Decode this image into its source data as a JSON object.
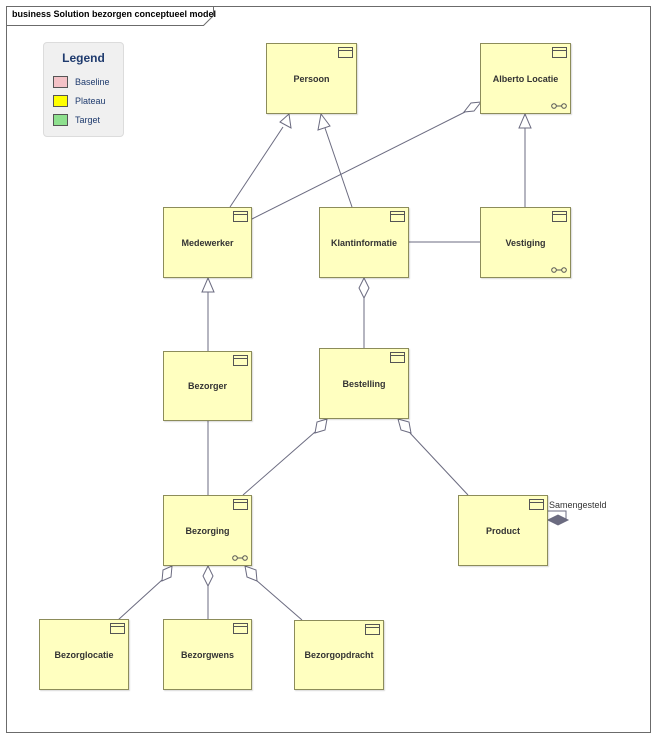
{
  "frame": {
    "title": "business Solution bezorgen conceptueel model"
  },
  "legend": {
    "title": "Legend",
    "items": [
      {
        "label": "Baseline",
        "color": "#f4c2c7"
      },
      {
        "label": "Plateau",
        "color": "#ffff00"
      },
      {
        "label": "Target",
        "color": "#8ee08e"
      }
    ]
  },
  "entities": {
    "persoon": "Persoon",
    "alberto_locatie": "Alberto Locatie",
    "medewerker": "Medewerker",
    "klantinformatie": "Klantinformatie",
    "vestiging": "Vestiging",
    "bezorger": "Bezorger",
    "bestelling": "Bestelling",
    "bezorging": "Bezorging",
    "product": "Product",
    "bezorglocatie": "Bezorglocatie",
    "bezorgwens": "Bezorgwens",
    "bezorgopdracht": "Bezorgopdracht"
  },
  "relations": {
    "self_label": "Samengesteld"
  },
  "colors": {
    "entity_fill": "#ffffc0",
    "entity_border": "#8c8c5a",
    "line": "#6b6b80"
  },
  "icons": [
    "class-icon",
    "link-icon",
    "hollow-triangle-arrow",
    "hollow-diamond",
    "filled-diamond"
  ]
}
